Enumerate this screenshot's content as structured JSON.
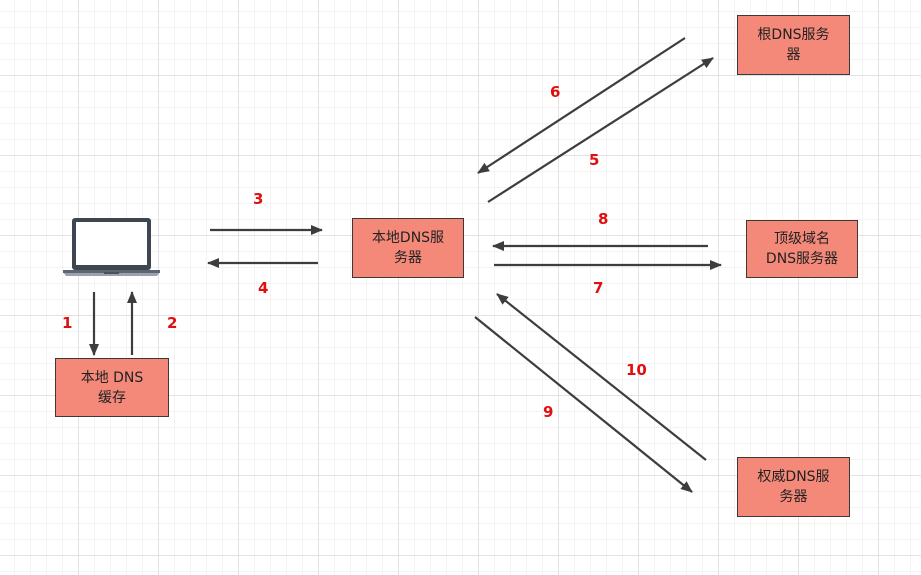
{
  "nodes": {
    "root_dns": "根DNS服务\n器",
    "local_dns": "本地DNS服\n务器",
    "tld_dns": "顶级域名\nDNS服务器",
    "auth_dns": "权威DNS服\n务器",
    "local_cache": "本地 DNS\n缓存"
  },
  "steps": {
    "s1": "1",
    "s2": "2",
    "s3": "3",
    "s4": "4",
    "s5": "5",
    "s6": "6",
    "s7": "7",
    "s8": "8",
    "s9": "9",
    "s10": "10"
  },
  "icons": {
    "client": "laptop-icon"
  },
  "colors": {
    "box_fill": "#f4897a",
    "box_border": "#3a3a3a",
    "arrow": "#3d3d3d",
    "step_label": "#e01010"
  }
}
